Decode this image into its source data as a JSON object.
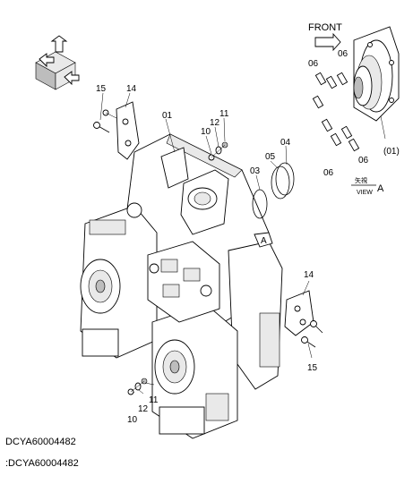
{
  "figure": {
    "drawing_code": "DCYA60004482",
    "caption": ":DCYA60004482",
    "front_label": "FRONT",
    "view_label": "VIEW",
    "view_letter": "A",
    "view_arrow_letter": "A",
    "kanji_label": "矢視",
    "callouts": {
      "c01_main": "01",
      "c01_detail": "(01)",
      "c03": "03",
      "c04": "04",
      "c05": "05",
      "c06_a": "06",
      "c06_b": "06",
      "c06_c": "06",
      "c06_d": "06",
      "c10_top": "10",
      "c11_top": "11",
      "c12_top": "12",
      "c10_bottom": "10",
      "c11_bottom": "11",
      "c12_bottom": "12",
      "c14_top": "14",
      "c14_bottom": "14",
      "c15_top": "15",
      "c15_bottom": "15"
    }
  }
}
